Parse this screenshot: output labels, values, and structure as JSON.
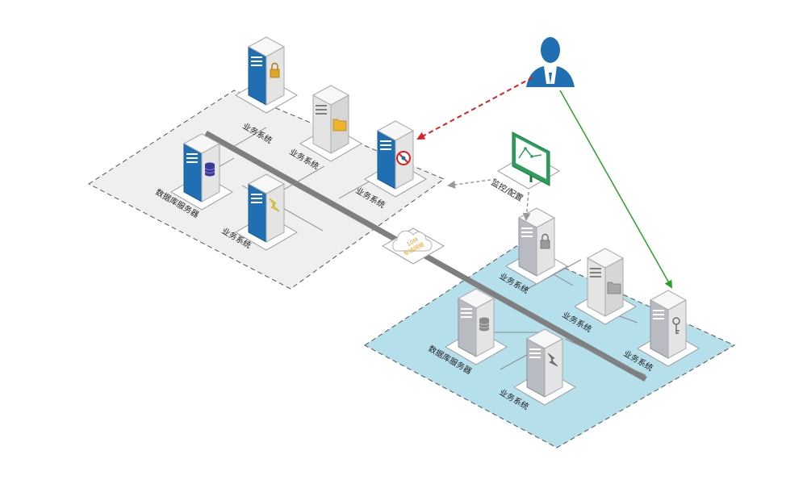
{
  "diagram": {
    "labels": {
      "biz_1": "业务系统",
      "biz_2": "业务系统",
      "biz_3": "业务系统",
      "biz_4": "业务系统",
      "db_left": "数据库服务器",
      "monitor": "监控/配置",
      "cloud_bw": "10M",
      "cloud_line": "专线网络",
      "biz_r1": "业务系统",
      "biz_r2": "业务系统",
      "biz_r3": "业务系统",
      "biz_r4": "业务系统",
      "db_right": "数据库服务器"
    },
    "colors": {
      "left_zone": "#efefef",
      "right_zone": "#b4dfeb",
      "server_blue": "#1f6fb2",
      "server_gray": "#b8bcc2",
      "backbone": "#7f7f7f",
      "attack_line": "#e02020",
      "access_line": "#2aa02a",
      "monitor_line": "#9a9a9a",
      "monitor_screen": "#2e9e5b",
      "user": "#1f6fb2"
    },
    "icons": {
      "left_top": "padlock-icon",
      "left_mid": "folder-icon",
      "left_right": "blocked-icon",
      "left_db": "database-icon",
      "left_bottom": "lightning-icon",
      "right_top": "padlock-icon",
      "right_mid": "folder-icon",
      "right_key": "key-icon",
      "right_db": "database-icon",
      "right_bottom": "lightning-icon",
      "user": "user-icon",
      "monitor": "monitor-chart-icon",
      "cloud": "cloud-icon"
    }
  }
}
